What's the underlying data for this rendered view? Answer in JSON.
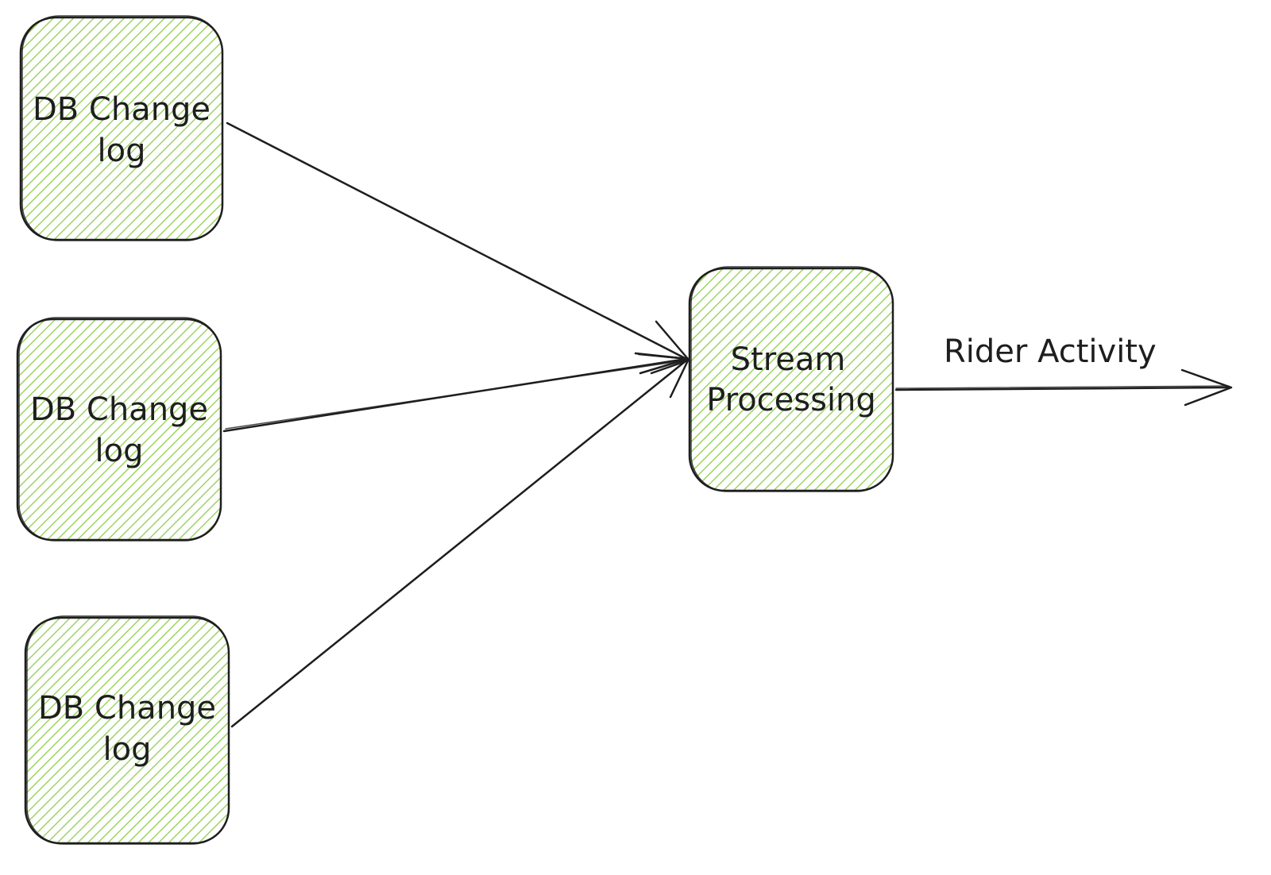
{
  "colors": {
    "node_fill": "#8fcf4e",
    "stroke": "#1e1e1e",
    "background": "#ffffff"
  },
  "nodes": [
    {
      "id": "db-change-log-1",
      "label_lines": [
        "DB Change",
        "log"
      ]
    },
    {
      "id": "db-change-log-2",
      "label_lines": [
        "DB Change",
        "log"
      ]
    },
    {
      "id": "db-change-log-3",
      "label_lines": [
        "DB Change",
        "log"
      ]
    },
    {
      "id": "stream-processing",
      "label_lines": [
        "Stream",
        "Processing"
      ]
    }
  ],
  "edges": [
    {
      "from": "db-change-log-1",
      "to": "stream-processing",
      "label": ""
    },
    {
      "from": "db-change-log-2",
      "to": "stream-processing",
      "label": ""
    },
    {
      "from": "db-change-log-3",
      "to": "stream-processing",
      "label": ""
    },
    {
      "from": "stream-processing",
      "to": "output",
      "label": "Rider Activity"
    }
  ]
}
